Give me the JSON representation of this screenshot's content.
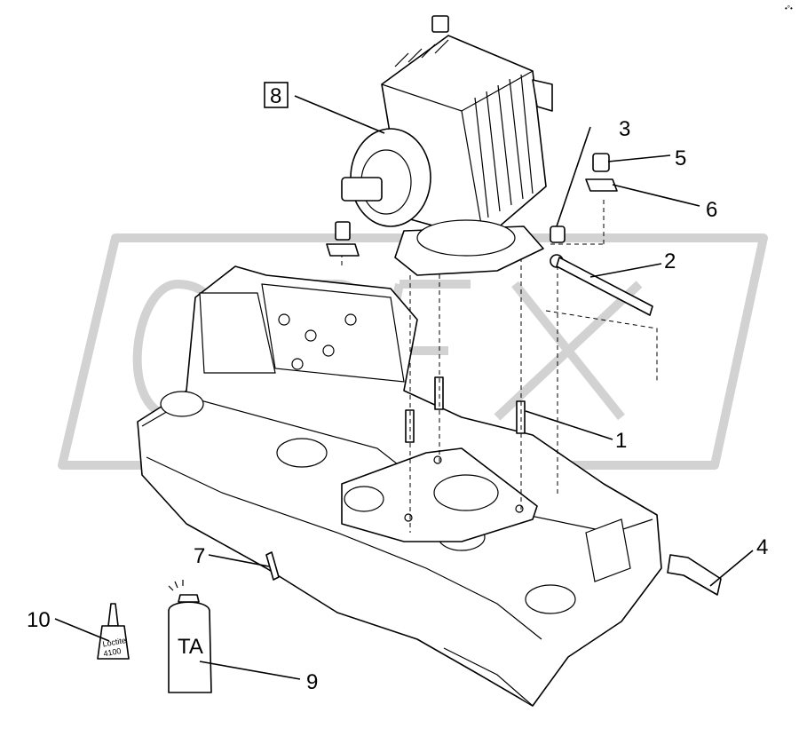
{
  "corner_mark": "•°•",
  "watermark": {
    "text": "OREX",
    "color": "#d2d2d2"
  },
  "callouts": [
    {
      "id": "1",
      "label": "1"
    },
    {
      "id": "2",
      "label": "2"
    },
    {
      "id": "3",
      "label": "3"
    },
    {
      "id": "4",
      "label": "4"
    },
    {
      "id": "5",
      "label": "5"
    },
    {
      "id": "6",
      "label": "6"
    },
    {
      "id": "7",
      "label": "7"
    },
    {
      "id": "8",
      "label": "8",
      "boxed": true
    },
    {
      "id": "9",
      "label": "9"
    },
    {
      "id": "10",
      "label": "10"
    }
  ],
  "bottle_label": "TA",
  "tube_label": [
    "Loctite",
    "4100"
  ],
  "colors": {
    "line": "#000000",
    "background": "#ffffff"
  }
}
